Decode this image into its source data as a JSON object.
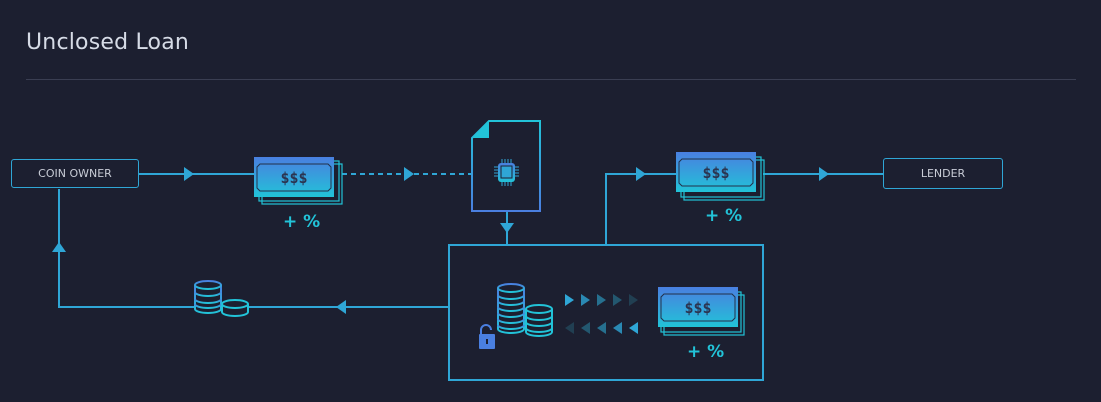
{
  "header": {
    "title": "Unclosed Loan"
  },
  "nodes": {
    "coin_owner": "COIN OWNER",
    "lender": "LENDER"
  },
  "money": {
    "label": "$$$",
    "interest": "+ %"
  },
  "icons": {
    "contract": "smart-contract-document-icon",
    "chip": "chip-icon",
    "coins": "coins-stack-icon",
    "lock": "unlocked-padlock-icon"
  },
  "colors": {
    "background": "#1c1f30",
    "line": "#2fa6d6",
    "gradient_top": "#4a7fe0",
    "gradient_bottom": "#22c3d8",
    "text": "#c8ccd6"
  }
}
